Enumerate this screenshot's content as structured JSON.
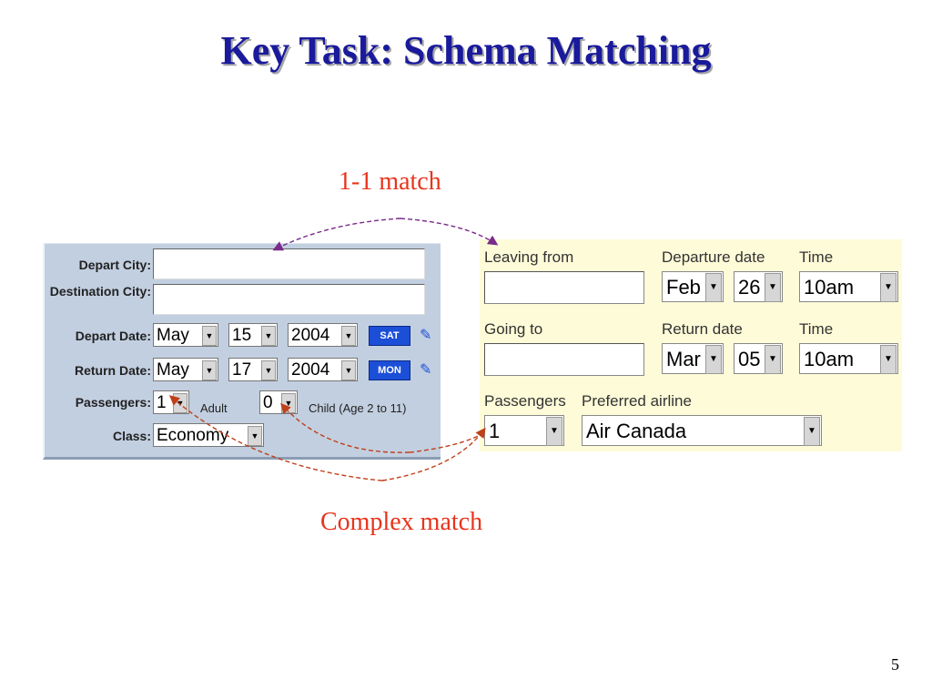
{
  "title": "Key Task: Schema Matching",
  "captions": {
    "one_to_one": "1-1 match",
    "complex": "Complex match"
  },
  "page_number": "5",
  "left_form": {
    "depart_city_label": "Depart City:",
    "destination_city_label": "Destination City:",
    "depart_date_label": "Depart Date:",
    "return_date_label": "Return Date:",
    "passengers_label": "Passengers:",
    "class_label": "Class:",
    "depart_month": "May",
    "depart_day": "15",
    "depart_year": "2004",
    "depart_weekday": "SAT",
    "return_month": "May",
    "return_day": "17",
    "return_year": "2004",
    "return_weekday": "MON",
    "adults_value": "1",
    "adults_label": "Adult",
    "children_value": "0",
    "children_label": "Child (Age 2 to 11)",
    "class_value": "Economy"
  },
  "right_form": {
    "leaving_from_label": "Leaving from",
    "departure_date_label": "Departure date",
    "departure_time_label": "Time",
    "going_to_label": "Going to",
    "return_date_label": "Return date",
    "return_time_label": "Time",
    "passengers_label": "Passengers",
    "preferred_airline_label": "Preferred airline",
    "departure_month": "Feb",
    "departure_day": "26",
    "departure_time": "10am",
    "return_month": "Mar",
    "return_day": "05",
    "return_time": "10am",
    "passengers_value": "1",
    "airline_value": "Air Canada"
  },
  "colors": {
    "title": "#1a1a9c",
    "caption": "#e8341c",
    "left_form_bg": "#c2cfe0",
    "right_form_bg": "#fefbd8",
    "arrow_one_to_one": "#7a2a8a",
    "arrow_complex": "#c0401a"
  }
}
